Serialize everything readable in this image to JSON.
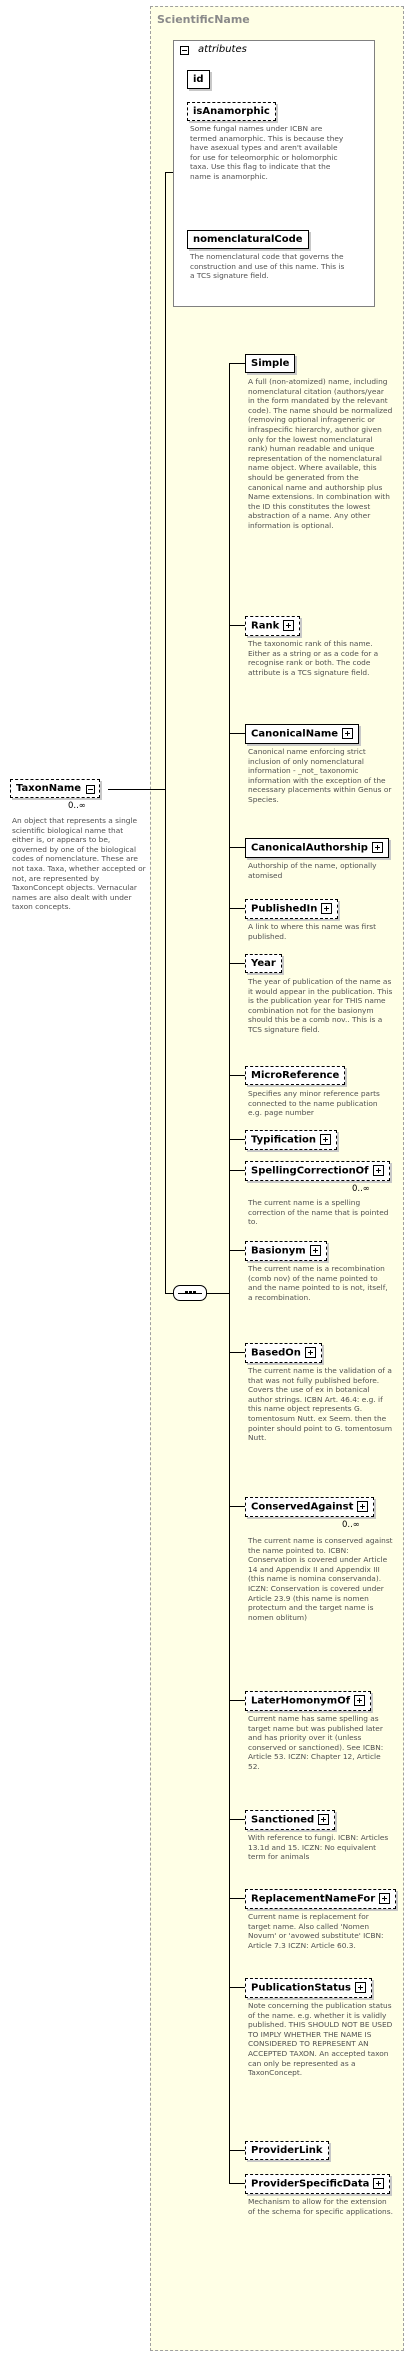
{
  "complex_type": {
    "title": "ScientificName"
  },
  "attributes": {
    "title": "attributes",
    "items": [
      {
        "name": "id",
        "desc": ""
      },
      {
        "name": "isAnamorphic",
        "desc": "Some fungal names under ICBN are termed anamorphic. This is because they have asexual types and aren't available for use for teleomorphic or holomorphic taxa. Use this flag to indicate that the name is anamorphic."
      },
      {
        "name": "nomenclaturalCode",
        "desc": "The nomenclatural code that governs the construction and use of this name. This is a TCS signature field."
      }
    ]
  },
  "root": {
    "name": "TaxonName",
    "occurrence": "0..∞",
    "desc": "An object that represents a single scientific biological name that either is, or appears to be, governed by one of the biological codes of nomenclature. These are not taxa. Taxa, whether accepted or not, are represented by TaxonConcept objects. Vernacular names are also dealt with under taxon concepts."
  },
  "elements": [
    {
      "name": "Simple",
      "occurrence": "",
      "desc": "A full (non-atomized) name, including nomenclatural citation (authors/year in the form mandated by the relevant code). The name should be normalized (removing optional infrageneric or infraspecific hierarchy, author given only for the lowest nomenclatural rank) human readable and unique representation of the nomenclatural name object. Where available, this should be generated from the canonical name and authorship plus Name extensions. In combination with the ID this constitutes the lowest abstraction of a name. Any other information is optional."
    },
    {
      "name": "Rank",
      "occurrence": "",
      "desc": "The taxonomic rank of this name. Either as a string or as a code for a recognise rank or both. The code attribute is a TCS signature field."
    },
    {
      "name": "CanonicalName",
      "occurrence": "",
      "desc": "Canonical name enforcing strict inclusion of only nomenclatural information - _not_ taxonomic information with the exception of the necessary placements within Genus or Species."
    },
    {
      "name": "CanonicalAuthorship",
      "occurrence": "",
      "desc": "Authorship of the name, optionally atomised"
    },
    {
      "name": "PublishedIn",
      "occurrence": "",
      "desc": "A link to where this name was first published."
    },
    {
      "name": "Year",
      "occurrence": "",
      "desc": "The year of publication of the name as it would appear in the publication. This is the publication year for THIS name combination not for the basionym should this be a comb nov.. This is a TCS signature field."
    },
    {
      "name": "MicroReference",
      "occurrence": "",
      "desc": "Specifies any minor reference parts connected to the name publication e.g. page number"
    },
    {
      "name": "Typification",
      "occurrence": "",
      "desc": ""
    },
    {
      "name": "SpellingCorrectionOf",
      "occurrence": "0..∞",
      "desc": "The current name is a spelling correction of the name that is pointed to."
    },
    {
      "name": "Basionym",
      "occurrence": "",
      "desc": "The current name is a recombination (comb nov) of the name pointed to and the name pointed to is not, itself, a recombination."
    },
    {
      "name": "BasedOn",
      "occurrence": "",
      "desc": "The current name is the validation of a that was not fully published before. Covers the use of ex in botanical author strings. ICBN Art. 46.4: e.g. if this name object represents G. tomentosum Nutt. ex Seem. then the pointer should point to G. tomentosum Nutt."
    },
    {
      "name": "ConservedAgainst",
      "occurrence": "0..∞",
      "desc": "The current name is conserved against the name pointed to. ICBN: Conservation is covered under Article 14 and Appendix II and Appendix III (this name is nomina conservanda). ICZN: Conservation is covered under Article 23.9 (this name is nomen protectum and the target name is nomen oblitum)"
    },
    {
      "name": "LaterHomonymOf",
      "occurrence": "",
      "desc": "Current name has same spelling as target name but was published later and has priority over it (unless conserved or sanctioned). See ICBN: Article 53. ICZN: Chapter 12, Article 52."
    },
    {
      "name": "Sanctioned",
      "occurrence": "",
      "desc": "With reference to fungi. ICBN: Articles 13.1d and 15. ICZN: No equivalent term for animals"
    },
    {
      "name": "ReplacementNameFor",
      "occurrence": "",
      "desc": "Current name is replacement for target name. Also called 'Nomen Novum' or 'avowed substitute' ICBN: Article 7.3 ICZN: Article 60.3."
    },
    {
      "name": "PublicationStatus",
      "occurrence": "",
      "desc": "Note concerning the publication status of the name. e.g. whether it is validly published. THIS SHOULD NOT BE USED TO IMPLY WHETHER THE NAME IS CONSIDERED TO REPRESENT AN ACCEPTED TAXON. An accepted taxon can only be represented as a TaxonConcept."
    },
    {
      "name": "ProviderLink",
      "occurrence": "",
      "desc": ""
    },
    {
      "name": "ProviderSpecificData",
      "occurrence": "",
      "desc": "Mechanism to allow for the extension of the schema for specific applications."
    }
  ]
}
